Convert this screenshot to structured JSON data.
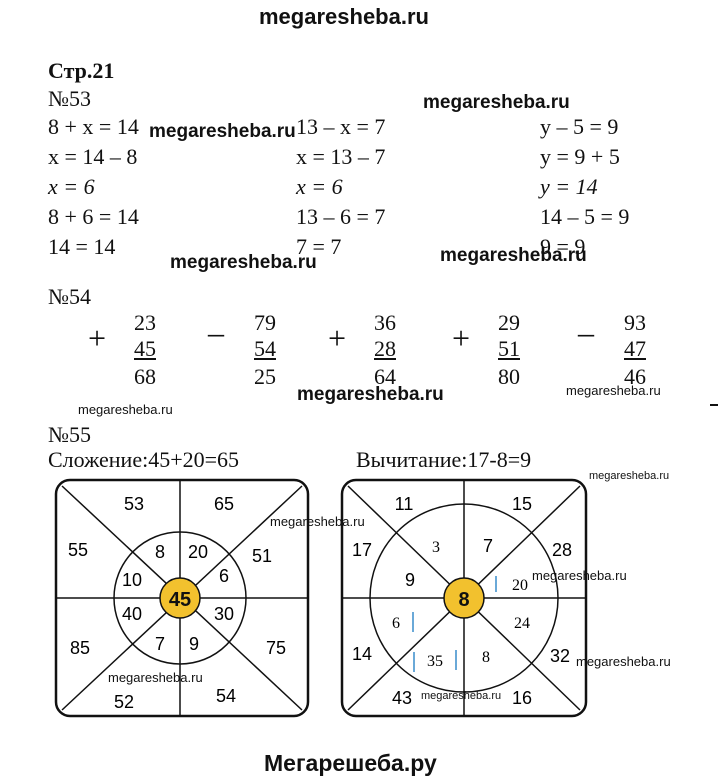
{
  "watermarks": {
    "top": "megaresheba.ru",
    "bottom": "Мегарешеба.ру",
    "inline": "megaresheba.ru"
  },
  "page": {
    "title": "Стр.21"
  },
  "task53": {
    "label": "№53",
    "columns": [
      {
        "lines": [
          "8 + x = 14",
          "x = 14 – 8",
          "x = 6",
          "8 + 6 = 14",
          "14 = 14"
        ]
      },
      {
        "lines": [
          "13 – x = 7",
          "x = 13 – 7",
          "x = 6",
          "13 – 6 = 7",
          "7 = 7"
        ]
      },
      {
        "lines": [
          "y – 5 = 9",
          "y = 9 + 5",
          "y = 14",
          "14 – 5 = 9",
          "9 = 9"
        ]
      }
    ]
  },
  "task54": {
    "label": "№54",
    "problems": [
      {
        "op": "+",
        "top": "23",
        "bottom": "45",
        "result": "68"
      },
      {
        "op": "–",
        "top": "79",
        "bottom": "54",
        "result": "25"
      },
      {
        "op": "+",
        "top": "36",
        "bottom": "28",
        "result": "64"
      },
      {
        "op": "+",
        "top": "29",
        "bottom": "51",
        "result": "80"
      },
      {
        "op": "–",
        "top": "93",
        "bottom": "47",
        "result": "46"
      }
    ]
  },
  "task55": {
    "label": "№55",
    "left": {
      "caption": "Сложение:45+20=65",
      "center": "45",
      "outer": [
        "53",
        "65",
        "55",
        "51",
        "85",
        "75",
        "52",
        "54"
      ],
      "inner": [
        "8",
        "20",
        "10",
        "6",
        "40",
        "30",
        "7",
        "9"
      ]
    },
    "right": {
      "caption": "Вычитание:17-8=9",
      "center": "8",
      "outer": [
        "11",
        "15",
        "17",
        "28",
        "14",
        "32",
        "43",
        "16"
      ],
      "inner": [
        "3",
        "7",
        "9",
        "20",
        "6",
        "24",
        "35",
        "8"
      ]
    }
  }
}
